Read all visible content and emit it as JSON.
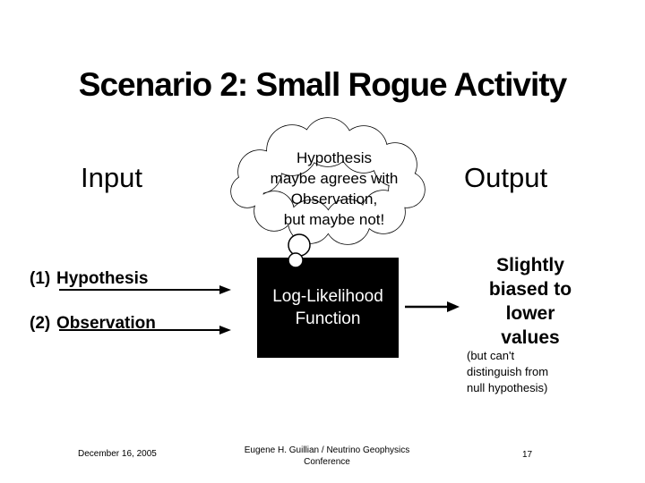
{
  "slide": {
    "title": "Scenario 2: Small Rogue Activity",
    "labels": {
      "input": "Input",
      "output": "Output"
    },
    "thought_cloud": {
      "lines": [
        "Hypothesis",
        "maybe agrees with",
        "Observation,",
        "but maybe not!"
      ]
    },
    "process_box": {
      "lines": [
        "Log-Likelihood",
        "Function"
      ]
    },
    "inputs": [
      {
        "number": "(1)",
        "name": "Hypothesis"
      },
      {
        "number": "(2)",
        "name": "Observation"
      }
    ],
    "output_result": {
      "emphasis_lines": [
        "Slightly",
        "biased to",
        "lower",
        "values"
      ],
      "note_lines": [
        "(but can't",
        "distinguish from",
        "null hypothesis)"
      ]
    },
    "footer": {
      "date": "December 16, 2005",
      "credit_lines": [
        "Eugene H. Guillian / Neutrino Geophysics",
        "Conference"
      ],
      "page_number": "17"
    },
    "colors": {
      "background": "#ffffff",
      "text": "#000000",
      "box_background": "#000000",
      "box_text": "#ffffff"
    }
  }
}
